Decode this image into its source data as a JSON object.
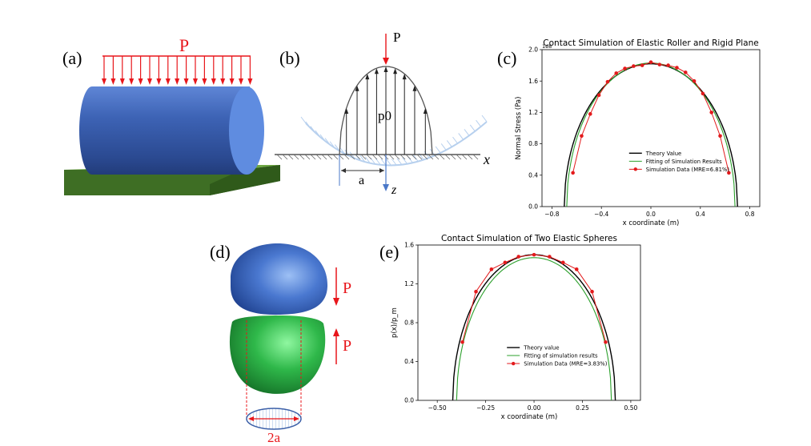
{
  "panel_labels": {
    "a": "(a)",
    "b": "(b)",
    "c": "(c)",
    "d": "(d)",
    "e": "(e)"
  },
  "panel_a": {
    "load_label": "P"
  },
  "panel_b": {
    "load_label": "P",
    "peak_label": "p0",
    "half_width_label": "a",
    "x_axis_label": "x",
    "z_axis_label": "z"
  },
  "panel_d": {
    "load_label_top": "P",
    "load_label_bottom": "P",
    "contact_width_label": "2a"
  },
  "colors": {
    "theory": "#000000",
    "fit": "#2ca02c",
    "sim": "#e31a1c",
    "load": "#e8161b",
    "roller": "#3f66b8",
    "plate": "#4f8a2f",
    "sphere_top": "#4a78d0",
    "sphere_bottom": "#2fb84a"
  },
  "chart_data": [
    {
      "id": "c",
      "type": "line",
      "title": "Contact Simulation of Elastic Roller and Rigid Plane",
      "xlabel": "x coordinate (m)",
      "ylabel": "Normal Stress (Pa)",
      "offset_text": "1e8",
      "xlim": [
        -0.88,
        0.88
      ],
      "ylim": [
        0,
        2.0
      ],
      "xticks": [
        -0.8,
        -0.4,
        0.0,
        0.4,
        0.8
      ],
      "xtick_labels": [
        "−0.8",
        "−0.4",
        "0.0",
        "0.4",
        "0.8"
      ],
      "yticks": [
        0.0,
        0.4,
        0.8,
        1.2,
        1.6,
        2.0
      ],
      "ytick_labels": [
        "0.0",
        "0.4",
        "0.8",
        "1.2",
        "1.6",
        "2.0"
      ],
      "grid": false,
      "legend_position": "lower-center",
      "series": [
        {
          "name": "Theory Value",
          "kind": "theory",
          "peak": 1.82,
          "half_width": 0.7
        },
        {
          "name": "Fitting of Simulation Results",
          "kind": "fit",
          "peak": 1.83,
          "half_width": 0.68
        },
        {
          "name": "Simulation Data (MRE=6.81%)",
          "kind": "sim",
          "x": [
            -0.63,
            -0.56,
            -0.49,
            -0.42,
            -0.35,
            -0.28,
            -0.21,
            -0.14,
            -0.07,
            0.0,
            0.07,
            0.14,
            0.21,
            0.28,
            0.35,
            0.42,
            0.49,
            0.56,
            0.63
          ],
          "y": [
            0.43,
            0.9,
            1.18,
            1.42,
            1.59,
            1.7,
            1.76,
            1.79,
            1.8,
            1.84,
            1.81,
            1.8,
            1.77,
            1.71,
            1.6,
            1.44,
            1.2,
            0.9,
            0.43
          ]
        }
      ]
    },
    {
      "id": "e",
      "type": "line",
      "title": "Contact Simulation of Two Elastic Spheres",
      "xlabel": "x coordinate (m)",
      "ylabel": "p(x)/p_m",
      "xlim": [
        -0.6,
        0.55
      ],
      "ylim": [
        0,
        1.6
      ],
      "xticks": [
        -0.5,
        -0.25,
        0.0,
        0.25,
        0.5
      ],
      "xtick_labels": [
        "−0.50",
        "−0.25",
        "0.00",
        "0.25",
        "0.50"
      ],
      "yticks": [
        0.0,
        0.4,
        0.8,
        1.2,
        1.6
      ],
      "ytick_labels": [
        "0.0",
        "0.4",
        "0.8",
        "1.2",
        "1.6"
      ],
      "grid": false,
      "legend_position": "lower-center",
      "series": [
        {
          "name": "Theory value",
          "kind": "theory",
          "peak": 1.5,
          "half_width": 0.42
        },
        {
          "name": "Fitting of simulation results",
          "kind": "fit",
          "peak": 1.47,
          "half_width": 0.4
        },
        {
          "name": "Simulation Data (MRE=3.83%)",
          "kind": "sim",
          "x": [
            -0.37,
            -0.3,
            -0.22,
            -0.15,
            -0.08,
            0.0,
            0.08,
            0.15,
            0.22,
            0.3,
            0.37
          ],
          "y": [
            0.6,
            1.12,
            1.35,
            1.42,
            1.48,
            1.5,
            1.48,
            1.42,
            1.35,
            1.12,
            0.6
          ]
        }
      ]
    }
  ]
}
